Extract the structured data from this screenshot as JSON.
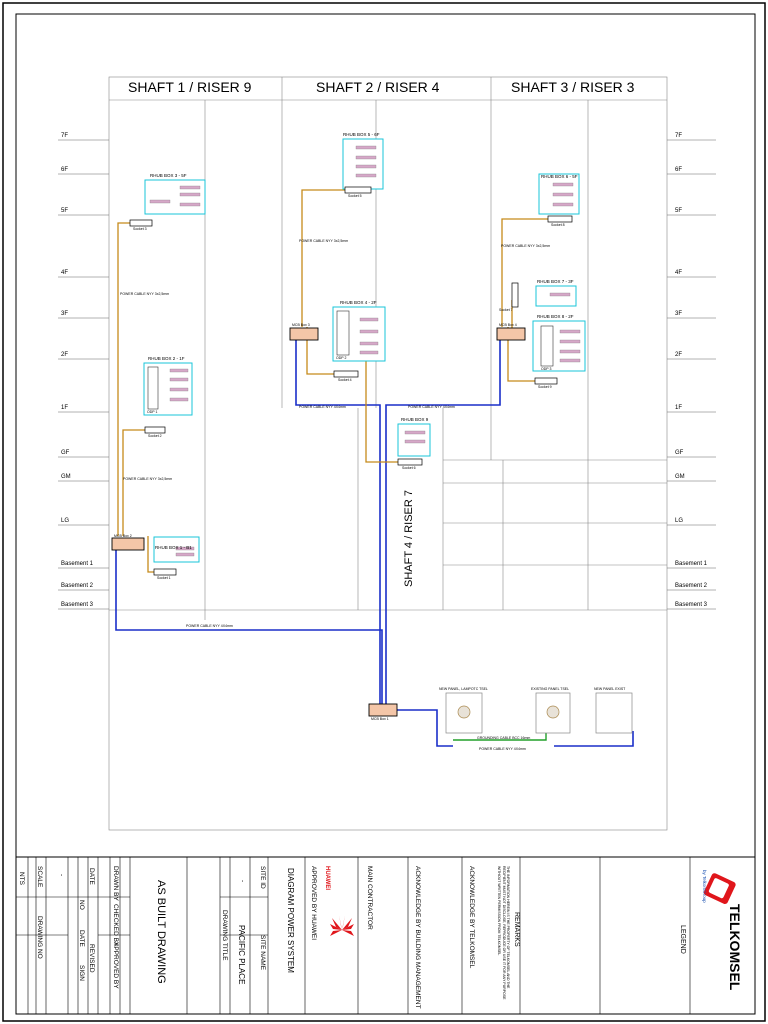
{
  "shafts": [
    "SHAFT 1 / RISER 9",
    "SHAFT 2 / RISER 4",
    "SHAFT 3 / RISER 3",
    "SHAFT 4 / RISER 7"
  ],
  "floors": [
    "7F",
    "6F",
    "5F",
    "4F",
    "3F",
    "2F",
    "1F",
    "GF",
    "GM",
    "LG",
    "Basement 1",
    "Basement 2",
    "Basement 3"
  ],
  "boxes": {
    "rhub1": "RHUB BOX 1 - B1",
    "rhub2": "RHUB BOX 2 - 1F",
    "rhub3": "RHUB BOX 3 - 5F",
    "rhub4": "RHUB BOX 4 - 2F",
    "rhub5": "RHUB BOX 5 - 6F",
    "rhub6": "RHUB BOX 6 - 5F",
    "rhub7": "RHUB BOX 7 - 3F",
    "rhub8": "RHUB BOX 8 - 2F",
    "rhub9": "RHUB BOX 9"
  },
  "mcb": {
    "mcb1": "MCB Box 1",
    "mcb2": "MCB Box 2",
    "mcb3": "MCB Box 3",
    "mcb4": "MCB Box 4"
  },
  "sockets": [
    "Socket 1",
    "Socket 2",
    "Socket 3",
    "Socket 4",
    "Socket 5",
    "Socket 6",
    "Socket 7",
    "Socket 8",
    "Socket 9"
  ],
  "odp": [
    "ODP 1",
    "ODP 2",
    "ODP 3"
  ],
  "cables": {
    "nyy_2_5": "POWER CABLE NYY 3x2,5mm",
    "nyy_4": "POWER CABLE NYY 4X4mm",
    "grounding": "GROUNDING CABLE BCC 16mm",
    "nyy_4_panel": "POWER CABLE NYY 4X4mm"
  },
  "panels": {
    "p1": "NEW PANEL, LAMPOTC TSEL",
    "p2": "EXISTING PANEL TSEL",
    "p3": "NEW PANEL EXIST"
  },
  "title_block": {
    "scale_label": "SCALE",
    "scale_value": "NTS",
    "date_label": "DATE",
    "date_value": "-",
    "drawing_no_label": "DRAWING NO",
    "no_label": "NO",
    "rev_date_label": "DATE",
    "revised_label": "REVISED",
    "sign_label": "SIGN",
    "drawn_by": "DRAWN BY",
    "checked_by": "CHECKED BY",
    "approved_by": "APPROVED BY",
    "as_built": "AS BUILT DRAWING",
    "drawing_title_label": "DRAWING TITLE",
    "site_id_label": "SITE ID",
    "site_id_value": "-",
    "site_name_label": "SITE NAME",
    "site_name_value": "PACIFIC PLACE",
    "diagram_title": "DIAGRAM POWER SYSTEM",
    "approved_huawei": "APPROVED BY HUAWEI",
    "huawei_logo": "HUAWEI",
    "main_contractor": "MAIN CONTRACTOR",
    "ack_building": "ACKNOWLEDGE BY BUILDING MANAGEMENT",
    "ack_telkomsel": "ACKNOWLEDGE BY TELKOMSEL",
    "remarks_label": "REMARKS",
    "remarks_text": "THE INFORMATION HEREIN IS THE PROPERTY OF TELKOMSEL AND THE RECIPIENT MUST NOT DISCLOSE, REPRODUCE OR USE IT FOR ANY PURPOSE WITHOUT WRITTEN PERMISSION FROM TELKOMSEL",
    "legend_label": "LEGEND",
    "telkomsel_logo": "TELKOMSEL",
    "telkomsel_sub": "by TelkomGroup"
  }
}
